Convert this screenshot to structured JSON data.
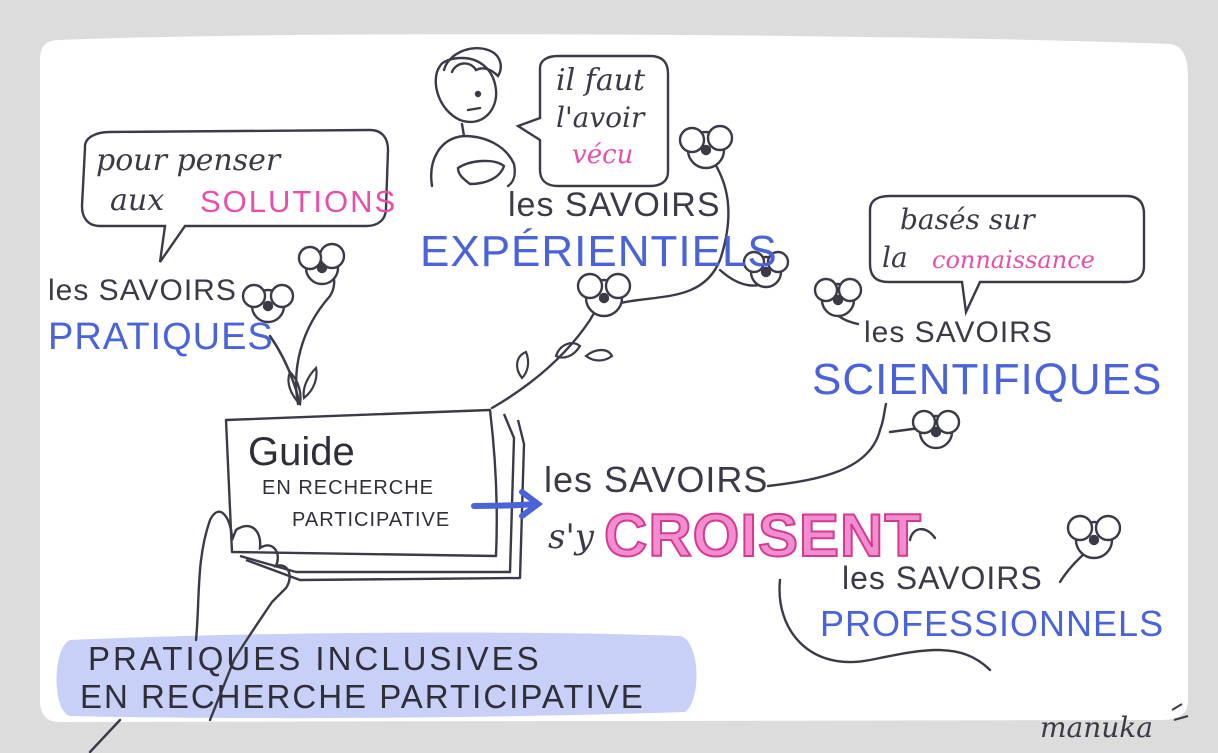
{
  "bubbles": {
    "pratiques": {
      "line1": "pour penser",
      "line2_a": "aux",
      "line2_b": "SOLUTIONS"
    },
    "experientiels": {
      "line1": "il faut",
      "line2": "l'avoir",
      "line3": "vécu"
    },
    "scientifiques": {
      "line1": "basés sur",
      "line2_a": "la",
      "line2_b": "connaissance"
    }
  },
  "savoirs": {
    "pratiques": {
      "prefix": "les SAVOIRS",
      "name": "PRATIQUES"
    },
    "experientiels": {
      "prefix": "les SAVOIRS",
      "name": "EXPÉRIENTIELS"
    },
    "scientifiques": {
      "prefix": "les SAVOIRS",
      "name": "SCIENTIFIQUES"
    },
    "professionnels": {
      "prefix": "les SAVOIRS",
      "name": "PROFESSIONNELS"
    }
  },
  "center": {
    "line1": "les SAVOIRS",
    "line2_a": "s'y",
    "line2_b": "CROISENT"
  },
  "guide": {
    "title": "Guide",
    "line2": "EN RECHERCHE",
    "line3": "PARTICIPATIVE"
  },
  "banner": {
    "line1": "PRATIQUES INCLUSIVES",
    "line2": "EN RECHERCHE PARTICIPATIVE"
  },
  "signature": "manuka",
  "colors": {
    "blue": "#4a63d8",
    "pink": "#e84fa8",
    "ink": "#3b3b48",
    "banner": "#c9d0f7",
    "paper": "#ffffff",
    "bg": "#dcdcdc"
  }
}
